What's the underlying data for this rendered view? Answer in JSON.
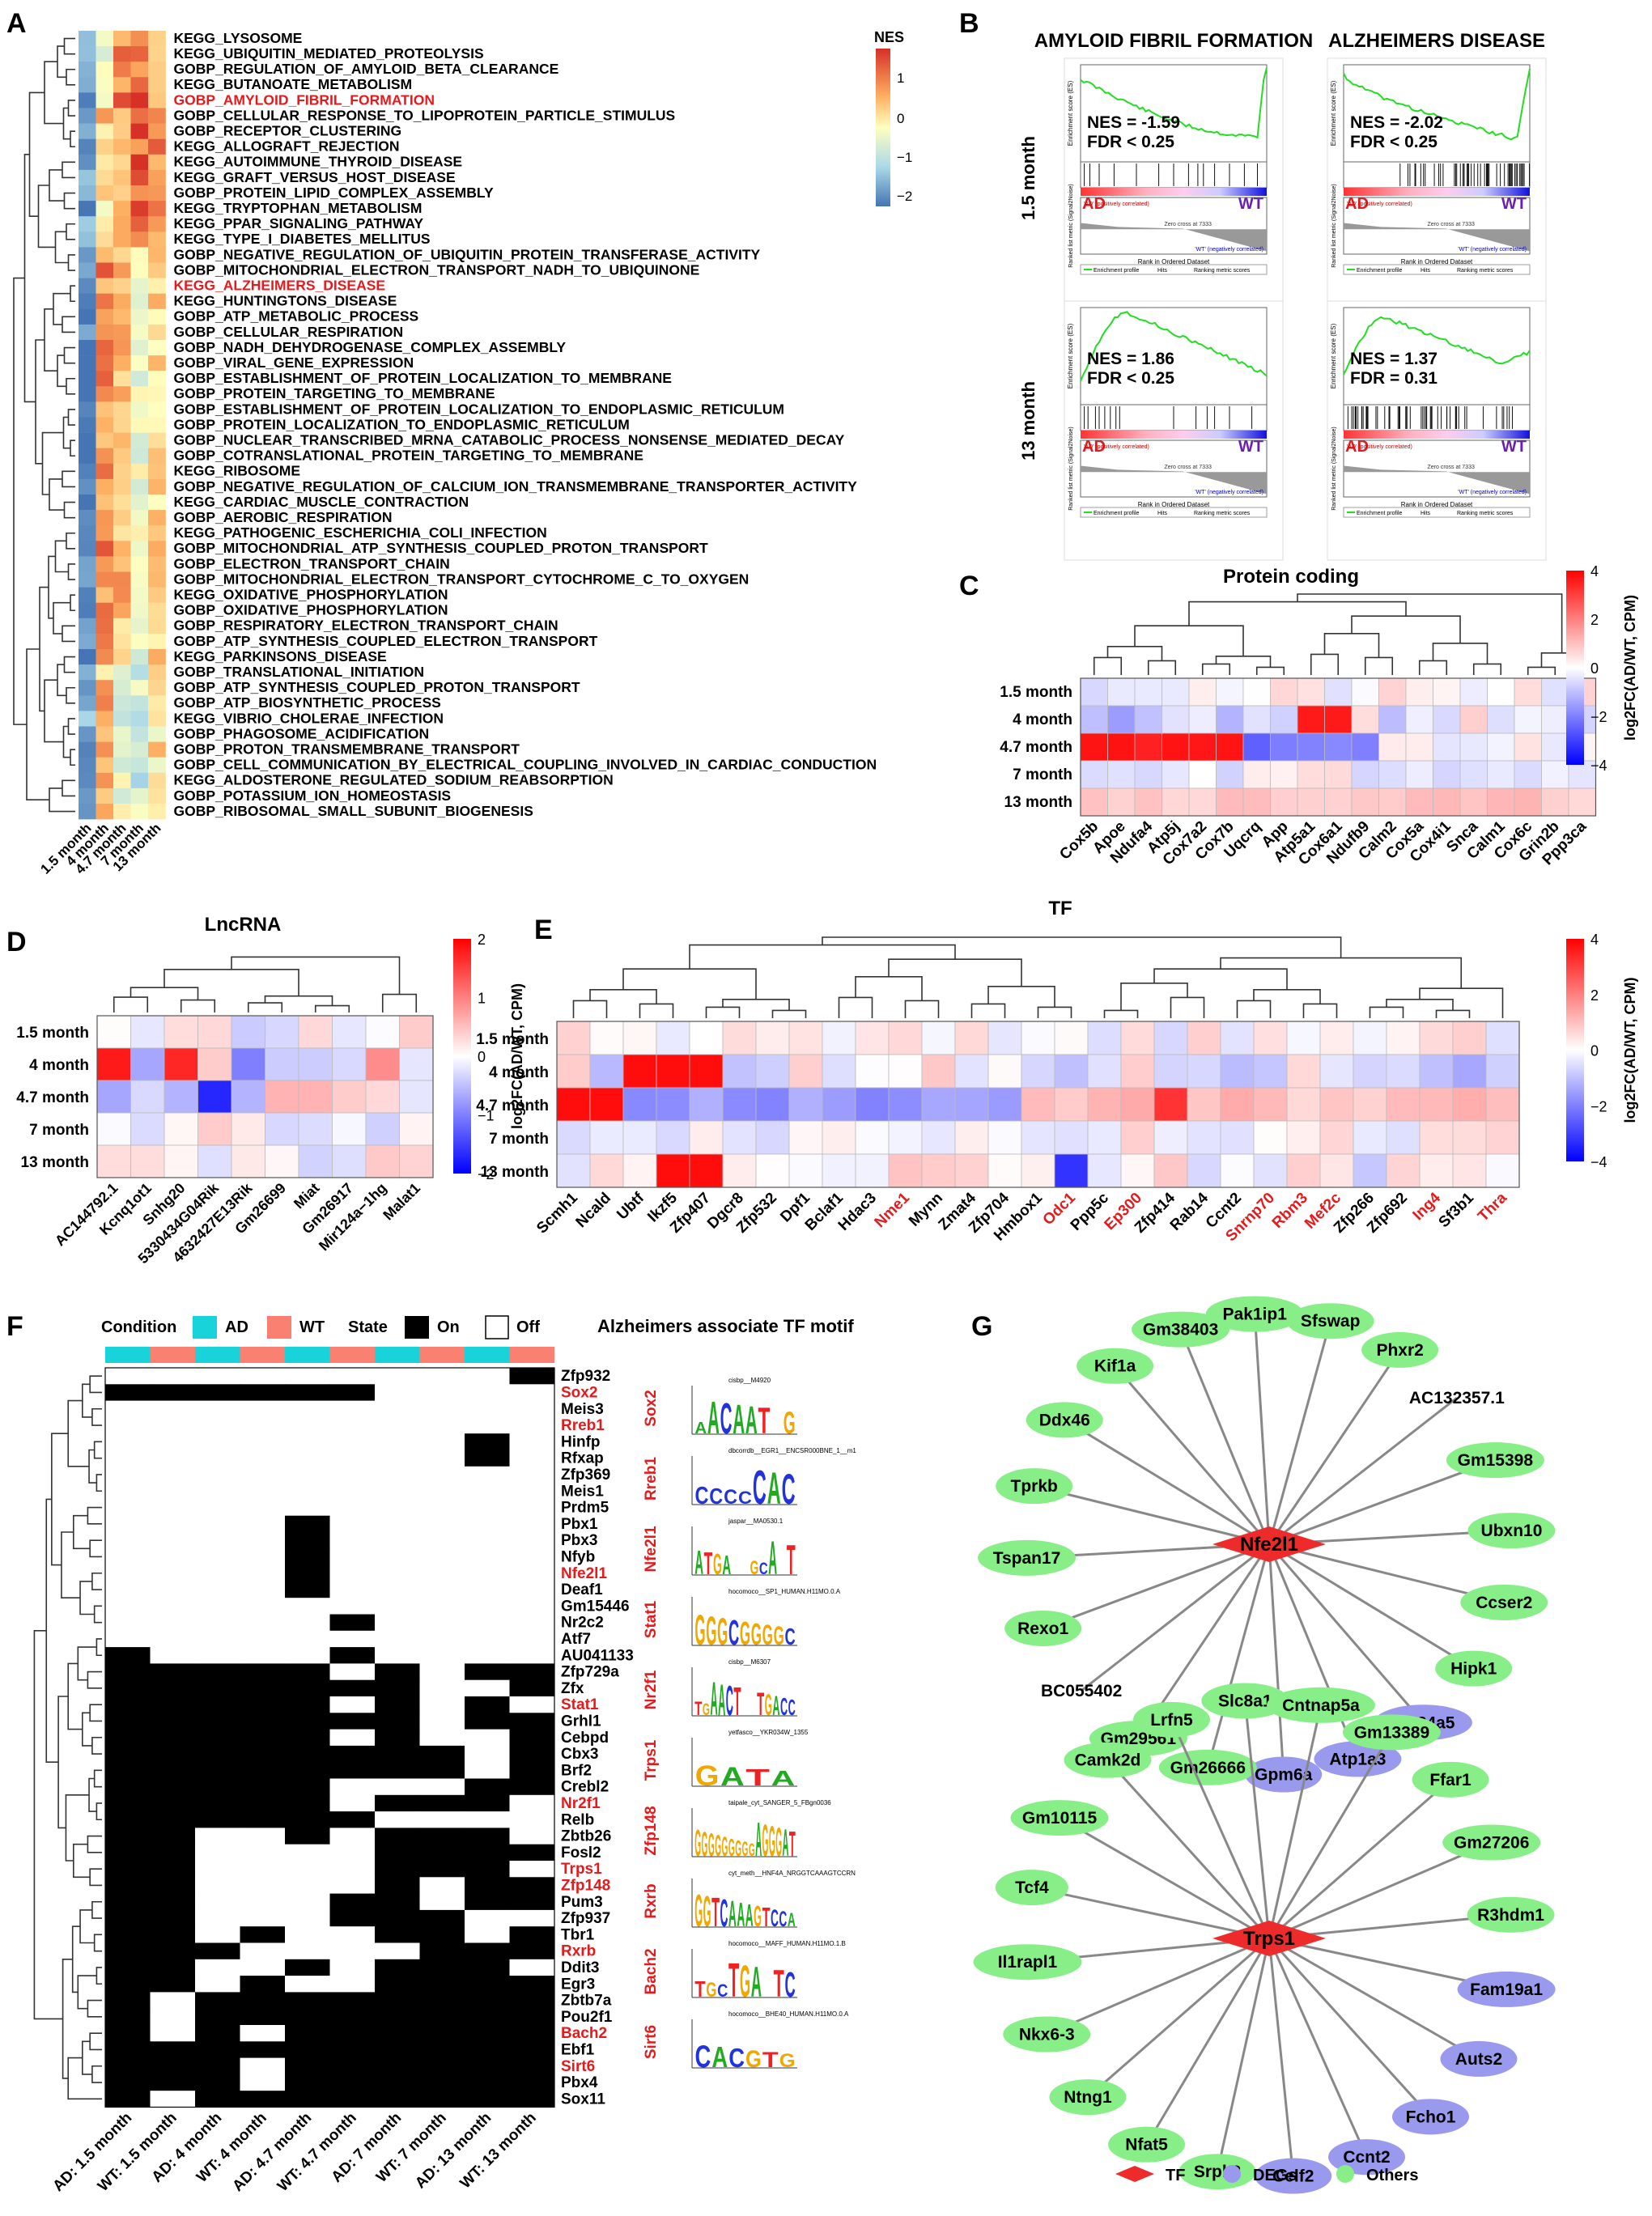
{
  "panels": {
    "a": "A",
    "b": "B",
    "c": "C",
    "d": "D",
    "e": "E",
    "f": "F",
    "g": "G"
  },
  "panel_a": {
    "legend_title": "NES",
    "legend_ticks": [
      "1",
      "0",
      "−1",
      "−2"
    ],
    "legend_colors": [
      "#d73027",
      "#fdae61",
      "#ffffbf",
      "#abd9e9",
      "#4575b4"
    ],
    "columns": [
      "1.5 month",
      "4 month",
      "4.7 month",
      "7 month",
      "13 month"
    ],
    "highlight_color": "#e41a1c",
    "rows": [
      {
        "label": "KEGG_LYSOSOME",
        "red": false
      },
      {
        "label": "KEGG_UBIQUITIN_MEDIATED_PROTEOLYSIS",
        "red": false
      },
      {
        "label": "GOBP_REGULATION_OF_AMYLOID_BETA_CLEARANCE",
        "red": false
      },
      {
        "label": "KEGG_BUTANOATE_METABOLISM",
        "red": false
      },
      {
        "label": "GOBP_AMYLOID_FIBRIL_FORMATION",
        "red": true
      },
      {
        "label": "GOBP_CELLULAR_RESPONSE_TO_LIPOPROTEIN_PARTICLE_STIMULUS",
        "red": false
      },
      {
        "label": "GOBP_RECEPTOR_CLUSTERING",
        "red": false
      },
      {
        "label": "KEGG_ALLOGRAFT_REJECTION",
        "red": false
      },
      {
        "label": "KEGG_AUTOIMMUNE_THYROID_DISEASE",
        "red": false
      },
      {
        "label": "KEGG_GRAFT_VERSUS_HOST_DISEASE",
        "red": false
      },
      {
        "label": "GOBP_PROTEIN_LIPID_COMPLEX_ASSEMBLY",
        "red": false
      },
      {
        "label": "KEGG_TRYPTOPHAN_METABOLISM",
        "red": false
      },
      {
        "label": "KEGG_PPAR_SIGNALING_PATHWAY",
        "red": false
      },
      {
        "label": "KEGG_TYPE_I_DIABETES_MELLITUS",
        "red": false
      },
      {
        "label": "GOBP_NEGATIVE_REGULATION_OF_UBIQUITIN_PROTEIN_TRANSFERASE_ACTIVITY",
        "red": false
      },
      {
        "label": "GOBP_MITOCHONDRIAL_ELECTRON_TRANSPORT_NADH_TO_UBIQUINONE",
        "red": false
      },
      {
        "label": "KEGG_ALZHEIMERS_DISEASE",
        "red": true
      },
      {
        "label": "KEGG_HUNTINGTONS_DISEASE",
        "red": false
      },
      {
        "label": "GOBP_ATP_METABOLIC_PROCESS",
        "red": false
      },
      {
        "label": "GOBP_CELLULAR_RESPIRATION",
        "red": false
      },
      {
        "label": "GOBP_NADH_DEHYDROGENASE_COMPLEX_ASSEMBLY",
        "red": false
      },
      {
        "label": "GOBP_VIRAL_GENE_EXPRESSION",
        "red": false
      },
      {
        "label": "GOBP_ESTABLISHMENT_OF_PROTEIN_LOCALIZATION_TO_MEMBRANE",
        "red": false
      },
      {
        "label": "GOBP_PROTEIN_TARGETING_TO_MEMBRANE",
        "red": false
      },
      {
        "label": "GOBP_ESTABLISHMENT_OF_PROTEIN_LOCALIZATION_TO_ENDOPLASMIC_RETICULUM",
        "red": false
      },
      {
        "label": "GOBP_PROTEIN_LOCALIZATION_TO_ENDOPLASMIC_RETICULUM",
        "red": false
      },
      {
        "label": "GOBP_NUCLEAR_TRANSCRIBED_MRNA_CATABOLIC_PROCESS_NONSENSE_MEDIATED_DECAY",
        "red": false
      },
      {
        "label": "GOBP_COTRANSLATIONAL_PROTEIN_TARGETING_TO_MEMBRANE",
        "red": false
      },
      {
        "label": "KEGG_RIBOSOME",
        "red": false
      },
      {
        "label": "GOBP_NEGATIVE_REGULATION_OF_CALCIUM_ION_TRANSMEMBRANE_TRANSPORTER_ACTIVITY",
        "red": false
      },
      {
        "label": "KEGG_CARDIAC_MUSCLE_CONTRACTION",
        "red": false
      },
      {
        "label": "GOBP_AEROBIC_RESPIRATION",
        "red": false
      },
      {
        "label": "KEGG_PATHOGENIC_ESCHERICHIA_COLI_INFECTION",
        "red": false
      },
      {
        "label": "GOBP_MITOCHONDRIAL_ATP_SYNTHESIS_COUPLED_PROTON_TRANSPORT",
        "red": false
      },
      {
        "label": "GOBP_ELECTRON_TRANSPORT_CHAIN",
        "red": false
      },
      {
        "label": "GOBP_MITOCHONDRIAL_ELECTRON_TRANSPORT_CYTOCHROME_C_TO_OXYGEN",
        "red": false
      },
      {
        "label": "KEGG_OXIDATIVE_PHOSPHORYLATION",
        "red": false
      },
      {
        "label": "GOBP_OXIDATIVE_PHOSPHORYLATION",
        "red": false
      },
      {
        "label": "GOBP_RESPIRATORY_ELECTRON_TRANSPORT_CHAIN",
        "red": false
      },
      {
        "label": "GOBP_ATP_SYNTHESIS_COUPLED_ELECTRON_TRANSPORT",
        "red": false
      },
      {
        "label": "KEGG_PARKINSONS_DISEASE",
        "red": false
      },
      {
        "label": "GOBP_TRANSLATIONAL_INITIATION",
        "red": false
      },
      {
        "label": "GOBP_ATP_SYNTHESIS_COUPLED_PROTON_TRANSPORT",
        "red": false
      },
      {
        "label": "GOBP_ATP_BIOSYNTHETIC_PROCESS",
        "red": false
      },
      {
        "label": "KEGG_VIBRIO_CHOLERAE_INFECTION",
        "red": false
      },
      {
        "label": "GOBP_PHAGOSOME_ACIDIFICATION",
        "red": false
      },
      {
        "label": "GOBP_PROTON_TRANSMEMBRANE_TRANSPORT",
        "red": false
      },
      {
        "label": "GOBP_CELL_COMMUNICATION_BY_ELECTRICAL_COUPLING_INVOLVED_IN_CARDIAC_CONDUCTION",
        "red": false
      },
      {
        "label": "KEGG_ALDOSTERONE_REGULATED_SODIUM_REABSORPTION",
        "red": false
      },
      {
        "label": "GOBP_POTASSIUM_ION_HOMEOSTASIS",
        "red": false
      },
      {
        "label": "GOBP_RIBOSOMAL_SMALL_SUBUNIT_BIOGENESIS",
        "red": false
      }
    ]
  },
  "panel_b": {
    "col_titles": [
      "AMYLOID FIBRIL FORMATION",
      "ALZHEIMERS DISEASE"
    ],
    "row_titles": [
      "1.5 month",
      "13 month"
    ],
    "ad_label": "AD",
    "wt_label": "WT",
    "plots": [
      {
        "nes": "NES = -1.59",
        "fdr": "FDR < 0.25",
        "dir": "down"
      },
      {
        "nes": "NES = -2.02",
        "fdr": "FDR < 0.25",
        "dir": "down"
      },
      {
        "nes": "NES = 1.86",
        "fdr": "FDR < 0.25",
        "dir": "up"
      },
      {
        "nes": "NES = 1.37",
        "fdr": "FDR = 0.31",
        "dir": "up"
      }
    ],
    "small": {
      "y1": "Enrichment score (ES)",
      "y2": "Ranked list metric (Signal2Noise)",
      "x": "Rank in Ordered Dataset",
      "legend": [
        "Enrichment profile",
        "Hits",
        "Ranking metric scores"
      ],
      "pos": "'AD' (positively correlated)",
      "neg": "'WT' (negatively correlated)",
      "zero": "Zero cross at 7333"
    },
    "line_color": "#22dd22"
  },
  "panel_c": {
    "title": "Protein coding",
    "scale_label": "log2FC(AD/WT, CPM)",
    "ticks": [
      "4",
      "2",
      "0",
      "−2",
      "−4"
    ],
    "rows": [
      "1.5 month",
      "4 month",
      "4.7 month",
      "7 month",
      "13 month"
    ],
    "cols": [
      "Cox5b",
      "Apoe",
      "Ndufa4",
      "Atp5j",
      "Cox7a2",
      "Cox7b",
      "Uqcrq",
      "App",
      "Atp5a1",
      "Cox6a1",
      "Ndufb9",
      "Calm2",
      "Cox5a",
      "Cox4i1",
      "Snca",
      "Calm1",
      "Cox6c",
      "Grin2b",
      "Ppp3ca"
    ]
  },
  "panel_d": {
    "title": "LncRNA",
    "scale_label": "log2FC(AD/WT, CPM)",
    "ticks": [
      "2",
      "1",
      "0",
      "−1",
      "−2"
    ],
    "rows": [
      "1.5 month",
      "4 month",
      "4.7 month",
      "7 month",
      "13 month"
    ],
    "cols": [
      "AC144792.1",
      "Kcnq1ot1",
      "Snhg20",
      "5330434G04Rik",
      "4632427E13Rik",
      "Gm26699",
      "Miat",
      "Gm26917",
      "Mir124a−1hg",
      "Malat1"
    ]
  },
  "panel_e": {
    "title": "TF",
    "scale_label": "log2FC(AD/WT, CPM)",
    "ticks": [
      "4",
      "2",
      "0",
      "−2",
      "−4"
    ],
    "rows": [
      "1.5 month",
      "4 month",
      "4.7 month",
      "7 month",
      "13 month"
    ],
    "cols": [
      {
        "n": "Scmh1",
        "red": false
      },
      {
        "n": "Ncald",
        "red": false
      },
      {
        "n": "Ubtf",
        "red": false
      },
      {
        "n": "Ikzf5",
        "red": false
      },
      {
        "n": "Zfp407",
        "red": false
      },
      {
        "n": "Dgcr8",
        "red": false
      },
      {
        "n": "Zfp532",
        "red": false
      },
      {
        "n": "Dpf1",
        "red": false
      },
      {
        "n": "Bclaf1",
        "red": false
      },
      {
        "n": "Hdac3",
        "red": false
      },
      {
        "n": "Nme1",
        "red": true
      },
      {
        "n": "Mynn",
        "red": false
      },
      {
        "n": "Zmat4",
        "red": false
      },
      {
        "n": "Zfp704",
        "red": false
      },
      {
        "n": "Hmbox1",
        "red": false
      },
      {
        "n": "Odc1",
        "red": true
      },
      {
        "n": "Ppp5c",
        "red": false
      },
      {
        "n": "Ep300",
        "red": true
      },
      {
        "n": "Zfp414",
        "red": false
      },
      {
        "n": "Rab14",
        "red": false
      },
      {
        "n": "Ccnt2",
        "red": false
      },
      {
        "n": "Snrnp70",
        "red": true
      },
      {
        "n": "Rbm3",
        "red": true
      },
      {
        "n": "Mef2c",
        "red": true
      },
      {
        "n": "Zfp266",
        "red": false
      },
      {
        "n": "Zfp692",
        "red": false
      },
      {
        "n": "Ing4",
        "red": true
      },
      {
        "n": "Sf3b1",
        "red": false
      },
      {
        "n": "Thra",
        "red": true
      }
    ]
  },
  "panel_f": {
    "legend": {
      "condition": "Condition",
      "ad": "AD",
      "wt": "WT",
      "state": "State",
      "on": "On",
      "off": "Off"
    },
    "motif_title": "Alzheimers associate TF motif",
    "ad_color": "#19d3da",
    "wt_color": "#fa8072",
    "cols": [
      "AD: 1.5 month",
      "WT: 1.5 month",
      "AD: 4 month",
      "WT: 4 month",
      "AD: 4.7 month",
      "WT: 4.7 month",
      "AD: 7 month",
      "WT: 7 month",
      "AD: 13 month",
      "WT: 13 month"
    ],
    "rows": [
      {
        "n": "Zfp932",
        "red": false
      },
      {
        "n": "Sox2",
        "red": true
      },
      {
        "n": "Meis3",
        "red": false
      },
      {
        "n": "Rreb1",
        "red": true
      },
      {
        "n": "Hinfp",
        "red": false
      },
      {
        "n": "Rfxap",
        "red": false
      },
      {
        "n": "Zfp369",
        "red": false
      },
      {
        "n": "Meis1",
        "red": false
      },
      {
        "n": "Prdm5",
        "red": false
      },
      {
        "n": "Pbx1",
        "red": false
      },
      {
        "n": "Pbx3",
        "red": false
      },
      {
        "n": "Nfyb",
        "red": false
      },
      {
        "n": "Nfe2l1",
        "red": true
      },
      {
        "n": "Deaf1",
        "red": false
      },
      {
        "n": "Gm15446",
        "red": false
      },
      {
        "n": "Nr2c2",
        "red": false
      },
      {
        "n": "Atf7",
        "red": false
      },
      {
        "n": "AU041133",
        "red": false
      },
      {
        "n": "Zfp729a",
        "red": false
      },
      {
        "n": "Zfx",
        "red": false
      },
      {
        "n": "Stat1",
        "red": true
      },
      {
        "n": "Grhl1",
        "red": false
      },
      {
        "n": "Cebpd",
        "red": false
      },
      {
        "n": "Cbx3",
        "red": false
      },
      {
        "n": "Brf2",
        "red": false
      },
      {
        "n": "Crebl2",
        "red": false
      },
      {
        "n": "Nr2f1",
        "red": true
      },
      {
        "n": "Relb",
        "red": false
      },
      {
        "n": "Zbtb26",
        "red": false
      },
      {
        "n": "Fosl2",
        "red": false
      },
      {
        "n": "Trps1",
        "red": true
      },
      {
        "n": "Zfp148",
        "red": true
      },
      {
        "n": "Pum3",
        "red": false
      },
      {
        "n": "Zfp937",
        "red": false
      },
      {
        "n": "Tbr1",
        "red": false
      },
      {
        "n": "Rxrb",
        "red": true
      },
      {
        "n": "Ddit3",
        "red": false
      },
      {
        "n": "Egr3",
        "red": false
      },
      {
        "n": "Zbtb7a",
        "red": false
      },
      {
        "n": "Pou2f1",
        "red": false
      },
      {
        "n": "Bach2",
        "red": true
      },
      {
        "n": "Ebf1",
        "red": false
      },
      {
        "n": "Sirt6",
        "red": true
      },
      {
        "n": "Pbx4",
        "red": false
      },
      {
        "n": "Sox11",
        "red": false
      }
    ],
    "motifs": [
      {
        "name": "Sox2",
        "id": "cisbp__M4920",
        "seq": "AACAAT G"
      },
      {
        "name": "Rreb1",
        "id": "dbcorrdb__EGR1__ENCSR000BNE_1__m1",
        "seq": "CCCCCAC"
      },
      {
        "name": "Nfe2l1",
        "id": "jaspar__MA0530.1",
        "seq": "ATGA  GCA T"
      },
      {
        "name": "Stat1",
        "id": "hocomoco__SP1_HUMAN.H11MO.0.A",
        "seq": "GGGCGGGGC"
      },
      {
        "name": "Nr2f1",
        "id": "cisbp__M6307",
        "seq": "TGAACT  TGACC"
      },
      {
        "name": "Trps1",
        "id": "yetfasco__YKR034W_1355",
        "seq": "GATA"
      },
      {
        "name": "Zfp148",
        "id": "taipale_cyt_SANGER_5_FBgn0036",
        "seq": "GGGGGGGGGAGGGAT"
      },
      {
        "name": "Rxrb",
        "id": "cyt_meth__HNF4A_NRGGTCAAAGTCCRN",
        "seq": "GGTCAAAGTCCA"
      },
      {
        "name": "Bach2",
        "id": "hocomoco__MAFF_HUMAN.H11MO.1.B",
        "seq": "TGCTGA TC"
      },
      {
        "name": "Sirt6",
        "id": "hocomoco__BHE40_HUMAN.H11MO.0.A",
        "seq": "CACGTG"
      }
    ]
  },
  "panel_g": {
    "tf_color": "#ee2b2b",
    "deg_color": "#9999ee",
    "other_color": "#88ee88",
    "legend": {
      "tf": "TF",
      "deg": "DEGs",
      "other": "Others"
    },
    "net1": {
      "center": "Nfe2l1",
      "nodes": [
        {
          "n": "Pak1ip1",
          "t": "o"
        },
        {
          "n": "Sfswap",
          "t": "o"
        },
        {
          "n": "Phxr2",
          "t": "o"
        },
        {
          "n": "AC132357.1",
          "t": "n"
        },
        {
          "n": "Gm15398",
          "t": "o"
        },
        {
          "n": "Ubxn10",
          "t": "o"
        },
        {
          "n": "Ccser2",
          "t": "o"
        },
        {
          "n": "Hipk1",
          "t": "o"
        },
        {
          "n": "Slc24a5",
          "t": "d"
        },
        {
          "n": "Atp1a3",
          "t": "d"
        },
        {
          "n": "Gpm6a",
          "t": "d"
        },
        {
          "n": "Gm26666",
          "t": "o"
        },
        {
          "n": "Gm29561",
          "t": "o"
        },
        {
          "n": "BC055402",
          "t": "n"
        },
        {
          "n": "Rexo1",
          "t": "o"
        },
        {
          "n": "Tspan17",
          "t": "o"
        },
        {
          "n": "Tprkb",
          "t": "o"
        },
        {
          "n": "Ddx46",
          "t": "o"
        },
        {
          "n": "Kif1a",
          "t": "o"
        },
        {
          "n": "Gm38403",
          "t": "o"
        }
      ]
    },
    "net2": {
      "center": "Trps1",
      "nodes": [
        {
          "n": "Slc8a1",
          "t": "o"
        },
        {
          "n": "Cntnap5a",
          "t": "o"
        },
        {
          "n": "Gm13389",
          "t": "o"
        },
        {
          "n": "Ffar1",
          "t": "o"
        },
        {
          "n": "Gm27206",
          "t": "o"
        },
        {
          "n": "R3hdm1",
          "t": "o"
        },
        {
          "n": "Fam19a1",
          "t": "d"
        },
        {
          "n": "Auts2",
          "t": "d"
        },
        {
          "n": "Fcho1",
          "t": "d"
        },
        {
          "n": "Ccnt2",
          "t": "d"
        },
        {
          "n": "Celf2",
          "t": "d"
        },
        {
          "n": "Srpk2",
          "t": "o"
        },
        {
          "n": "Nfat5",
          "t": "o"
        },
        {
          "n": "Ntng1",
          "t": "o"
        },
        {
          "n": "Nkx6-3",
          "t": "o"
        },
        {
          "n": "Il1rapl1",
          "t": "o"
        },
        {
          "n": "Tcf4",
          "t": "o"
        },
        {
          "n": "Gm10115",
          "t": "o"
        },
        {
          "n": "Camk2d",
          "t": "o"
        },
        {
          "n": "Lrfn5",
          "t": "o"
        }
      ]
    }
  }
}
